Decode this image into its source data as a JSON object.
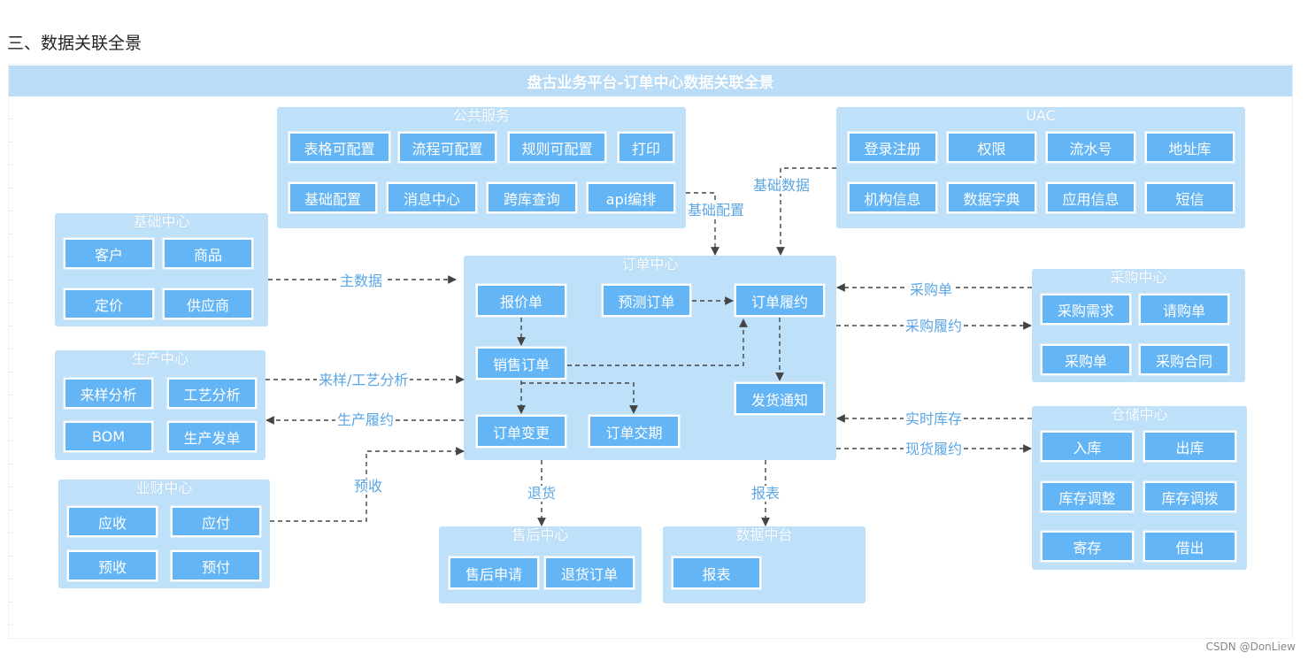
{
  "heading": "三、数据关联全景",
  "diagram_title": "盘古业务平台-订单中心数据关联全景",
  "watermark": "CSDN @DonLiew",
  "colors": {
    "group_bg": "#bfe0f9",
    "box_bg": "#64b5f6",
    "label": "#5aa6e6",
    "edge": "#444444"
  },
  "groups": {
    "public": {
      "title": "公共服务",
      "items": [
        "表格可配置",
        "流程可配置",
        "规则可配置",
        "打印",
        "基础配置",
        "消息中心",
        "跨库查询",
        "api编排"
      ]
    },
    "uac": {
      "title": "UAC",
      "items": [
        "登录注册",
        "权限",
        "流水号",
        "地址库",
        "机构信息",
        "数据字典",
        "应用信息",
        "短信"
      ]
    },
    "basic": {
      "title": "基础中心",
      "items": [
        "客户",
        "商品",
        "定价",
        "供应商"
      ]
    },
    "production": {
      "title": "生产中心",
      "items": [
        "来样分析",
        "工艺分析",
        "BOM",
        "生产发单"
      ]
    },
    "finance": {
      "title": "业财中心",
      "items": [
        "应收",
        "应付",
        "预收",
        "预付"
      ]
    },
    "order": {
      "title": "订单中心",
      "items": [
        "报价单",
        "预测订单",
        "订单履约",
        "销售订单",
        "发货通知",
        "订单变更",
        "订单交期"
      ]
    },
    "purchase": {
      "title": "采购中心",
      "items": [
        "采购需求",
        "请购单",
        "采购单",
        "采购合同"
      ]
    },
    "warehouse": {
      "title": "仓储中心",
      "items": [
        "入库",
        "出库",
        "库存调整",
        "库存调拨",
        "寄存",
        "借出"
      ]
    },
    "aftersale": {
      "title": "售后中心",
      "items": [
        "售后申请",
        "退货订单"
      ]
    },
    "datacenter": {
      "title": "数据中台",
      "items": [
        "报表"
      ]
    }
  },
  "edge_labels": {
    "basic_config": "基础配置",
    "basic_data": "基础数据",
    "master_data": "主数据",
    "sample_process": "来样/工艺分析",
    "production_fulfill": "生产履约",
    "prepay": "预收",
    "purchase_order": "采购单",
    "purchase_fulfill": "采购履约",
    "realtime_stock": "实时库存",
    "spot_fulfill": "现货履约",
    "return": "退货",
    "report": "报表"
  }
}
